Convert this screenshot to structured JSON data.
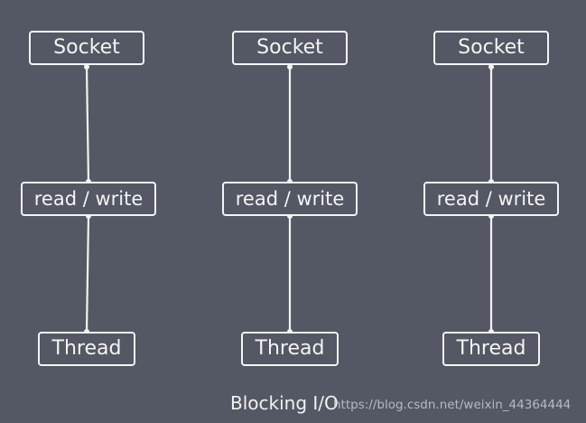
{
  "diagram": {
    "columns": [
      {
        "socket": "Socket",
        "operation": "read / write",
        "thread": "Thread"
      },
      {
        "socket": "Socket",
        "operation": "read / write",
        "thread": "Thread"
      },
      {
        "socket": "Socket",
        "operation": "read / write",
        "thread": "Thread"
      }
    ],
    "caption": "Blocking I/O",
    "watermark": "https://blog.csdn.net/weixin_44364444"
  },
  "colors": {
    "background": "#545764",
    "line": "#f2f2f2",
    "text": "#f4f4f4"
  }
}
